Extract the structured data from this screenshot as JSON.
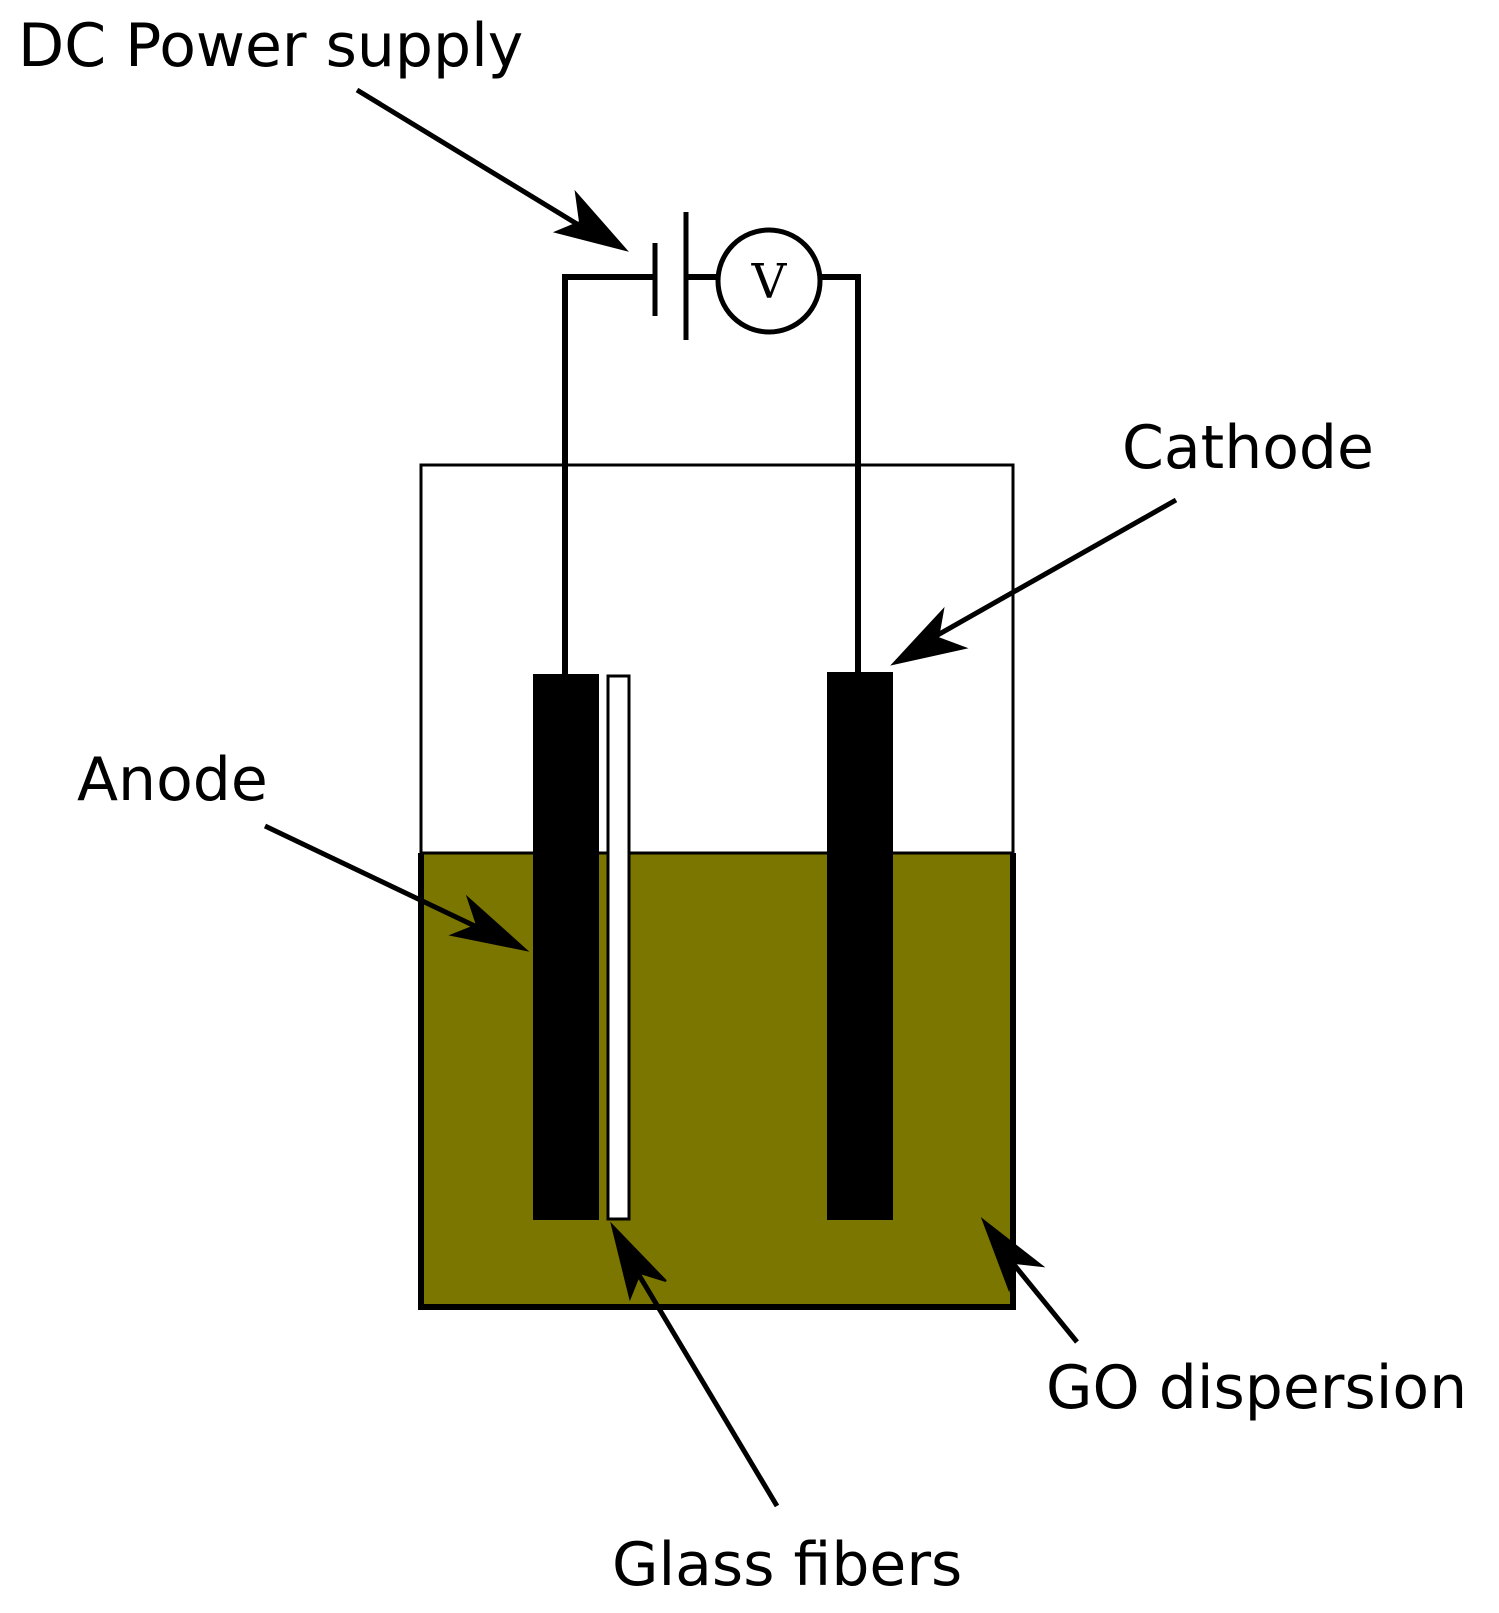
{
  "labels": {
    "power_supply": "DC Power supply",
    "cathode": "Cathode",
    "anode": "Anode",
    "glass_fibers": "Glass fibers",
    "go_dispersion": "GO dispersion",
    "voltmeter_symbol": "V"
  },
  "colors": {
    "dispersion": "#7b7600",
    "electrode": "#000000",
    "line": "#000000",
    "background": "#ffffff"
  },
  "icons": {
    "battery": "battery-cell-symbol",
    "voltmeter": "voltmeter-symbol",
    "arrow": "pointer-arrow"
  }
}
